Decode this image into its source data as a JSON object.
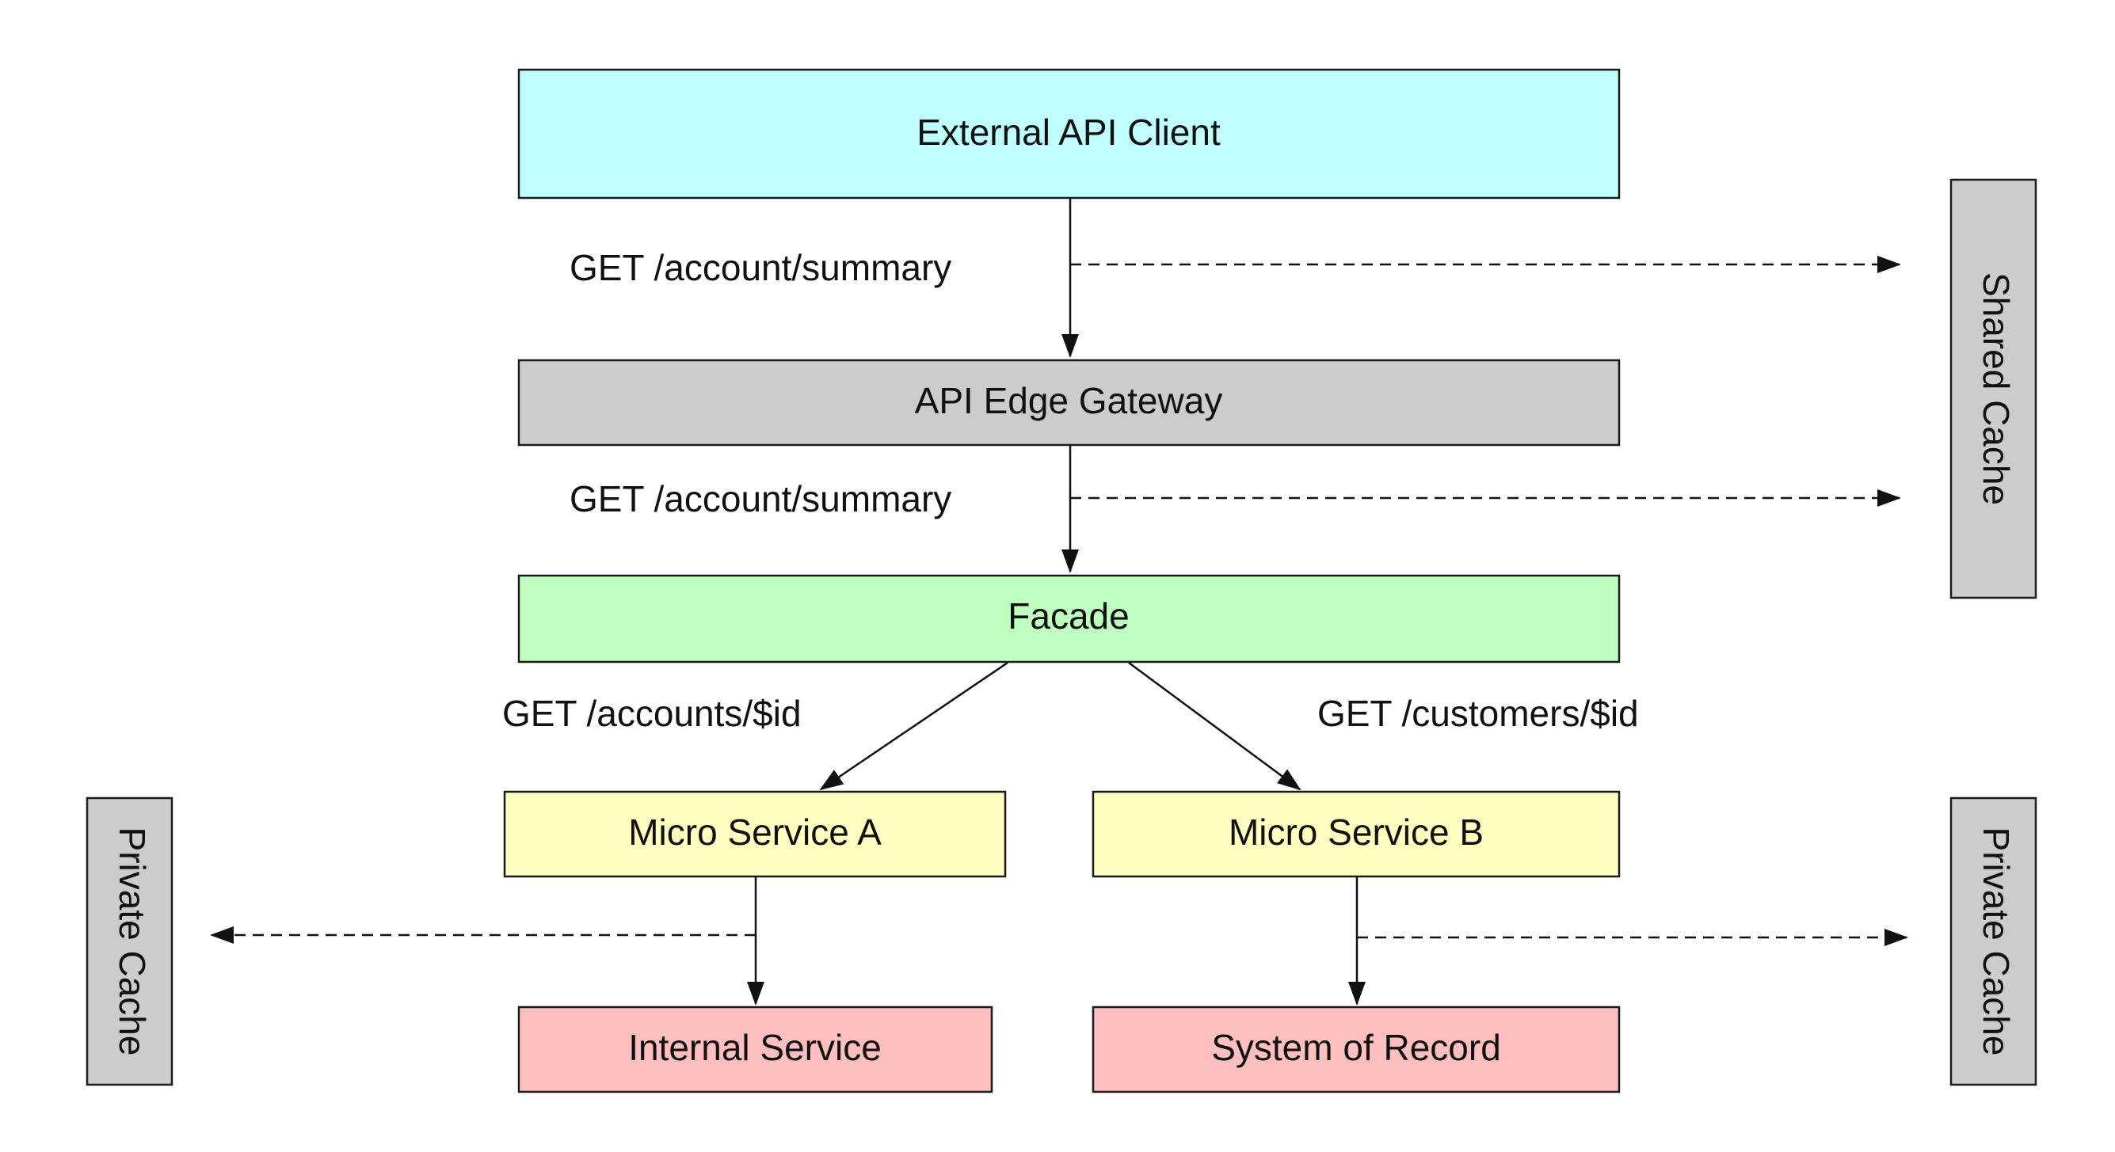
{
  "colors": {
    "client": "#bfffff",
    "gateway": "#cccccc",
    "facade": "#bfffbf",
    "microservice": "#ffffbf",
    "backend": "#ffbfbf",
    "cache": "#cccccc",
    "line": "#111111"
  },
  "nodes": {
    "external_client": {
      "label": "External API Client"
    },
    "api_gateway": {
      "label": "API Edge Gateway"
    },
    "facade": {
      "label": "Facade"
    },
    "micro_service_a": {
      "label": "Micro Service A"
    },
    "micro_service_b": {
      "label": "Micro Service B"
    },
    "internal_service": {
      "label": "Internal Service"
    },
    "system_of_record": {
      "label": "System of Record"
    },
    "shared_cache": {
      "label": "Shared Cache"
    },
    "private_cache_left": {
      "label": "Private Cache"
    },
    "private_cache_right": {
      "label": "Private Cache"
    }
  },
  "edges": {
    "client_to_gateway": {
      "label": "GET /account/summary"
    },
    "gateway_to_facade": {
      "label": "GET /account/summary"
    },
    "facade_to_service_a": {
      "label": "GET /accounts/$id"
    },
    "facade_to_service_b": {
      "label": "GET /customers/$id"
    }
  }
}
